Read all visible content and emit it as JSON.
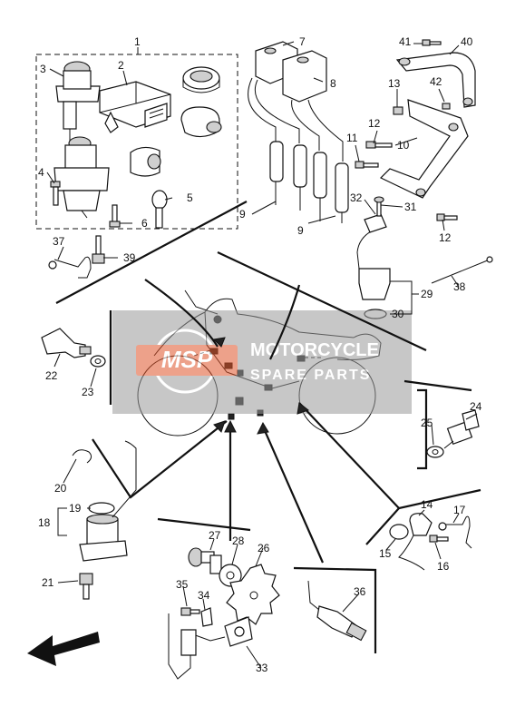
{
  "callouts": {
    "c1": "1",
    "c2": "2",
    "c3": "3",
    "c4": "4",
    "c5": "5",
    "c6": "6",
    "c7": "7",
    "c8": "8",
    "c9a": "9",
    "c9b": "9",
    "c10": "10",
    "c11": "11",
    "c12a": "12",
    "c12b": "12",
    "c13": "13",
    "c14": "14",
    "c15": "15",
    "c16": "16",
    "c17": "17",
    "c18": "18",
    "c19": "19",
    "c20": "20",
    "c21": "21",
    "c22": "22",
    "c23": "23",
    "c24": "24",
    "c25": "25",
    "c26": "26",
    "c27": "27",
    "c28": "28",
    "c29": "29",
    "c30": "30",
    "c31": "31",
    "c32": "32",
    "c33": "33",
    "c34": "34",
    "c35": "35",
    "c36": "36",
    "c37": "37",
    "c38": "38",
    "c39": "39",
    "c40": "40",
    "c41": "41",
    "c42": "42"
  },
  "watermark": {
    "logo": "MSP",
    "line1": "MOTORCYCLE",
    "line2": "SPARE PARTS"
  },
  "colors": {
    "logo_red": "#e0552b",
    "watermark_grey": "#8a8a8a"
  }
}
